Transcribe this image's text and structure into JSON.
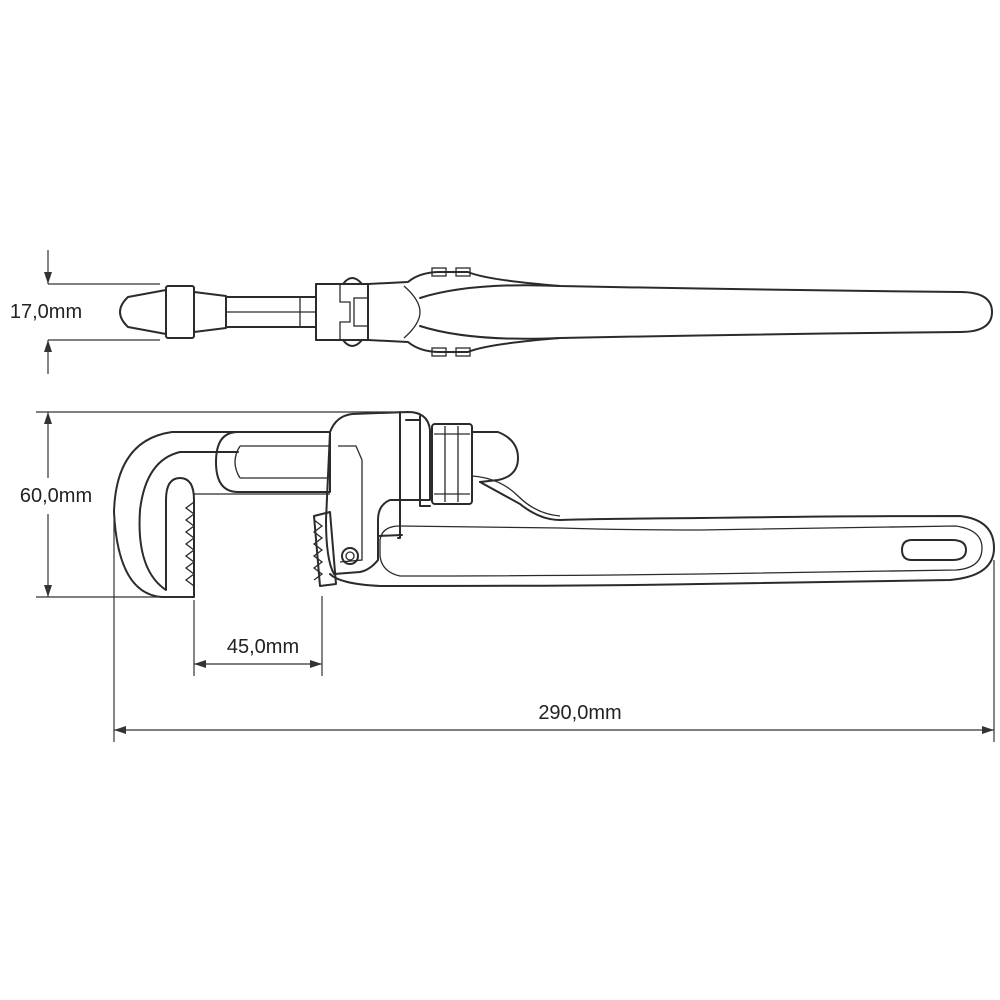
{
  "dimensions": {
    "thickness": "17,0mm",
    "height": "60,0mm",
    "jaw_opening": "45,0mm",
    "length": "290,0mm"
  }
}
